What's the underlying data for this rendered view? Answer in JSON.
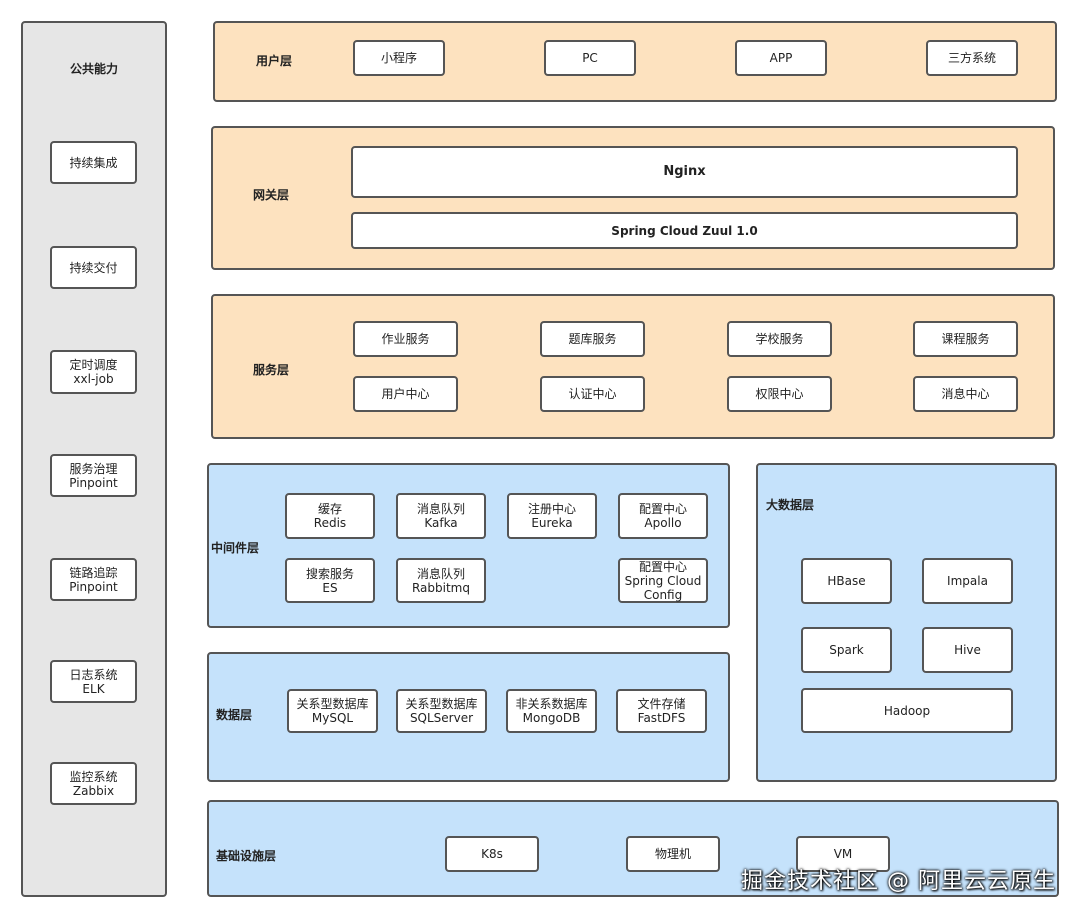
{
  "common": {
    "title": "公共能力",
    "items": [
      {
        "l1": "持续集成",
        "l2": ""
      },
      {
        "l1": "持续交付",
        "l2": ""
      },
      {
        "l1": "定时调度",
        "l2": "xxl-job"
      },
      {
        "l1": "服务治理",
        "l2": "Pinpoint"
      },
      {
        "l1": "链路追踪",
        "l2": "Pinpoint"
      },
      {
        "l1": "日志系统",
        "l2": "ELK"
      },
      {
        "l1": "监控系统",
        "l2": "Zabbix"
      }
    ]
  },
  "user_layer": {
    "title": "用户层",
    "items": [
      "小程序",
      "PC",
      "APP",
      "三方系统"
    ]
  },
  "gateway_layer": {
    "title": "网关层",
    "items": [
      "Nginx",
      "Spring Cloud Zuul 1.0"
    ]
  },
  "service_layer": {
    "title": "服务层",
    "items": [
      "作业服务",
      "题库服务",
      "学校服务",
      "课程服务",
      "用户中心",
      "认证中心",
      "权限中心",
      "消息中心"
    ]
  },
  "middleware_layer": {
    "title": "中间件层",
    "items": [
      {
        "l1": "缓存",
        "l2": "Redis",
        "l3": ""
      },
      {
        "l1": "消息队列",
        "l2": "Kafka",
        "l3": ""
      },
      {
        "l1": "注册中心",
        "l2": "Eureka",
        "l3": ""
      },
      {
        "l1": "配置中心",
        "l2": "Apollo",
        "l3": ""
      },
      {
        "l1": "搜索服务",
        "l2": "ES",
        "l3": ""
      },
      {
        "l1": "消息队列",
        "l2": "Rabbitmq",
        "l3": ""
      },
      {
        "l1": "配置中心",
        "l2": "Spring Cloud",
        "l3": "Config"
      }
    ]
  },
  "data_layer": {
    "title": "数据层",
    "items": [
      {
        "l1": "关系型数据库",
        "l2": "MySQL"
      },
      {
        "l1": "关系型数据库",
        "l2": "SQLServer"
      },
      {
        "l1": "非关系数据库",
        "l2": "MongoDB"
      },
      {
        "l1": "文件存储",
        "l2": "FastDFS"
      }
    ]
  },
  "bigdata_layer": {
    "title": "大数据层",
    "items": [
      "HBase",
      "Impala",
      "Spark",
      "Hive",
      "Hadoop"
    ]
  },
  "infra_layer": {
    "title": "基础设施层",
    "items": [
      "K8s",
      "物理机",
      "VM"
    ]
  },
  "watermark": "掘金技术社区 @ 阿里云云原生",
  "colors": {
    "gray_panel": "#e6e6e6",
    "orange_panel": "#fde2bf",
    "blue_panel": "#c5e2fb",
    "border": "#555555"
  }
}
